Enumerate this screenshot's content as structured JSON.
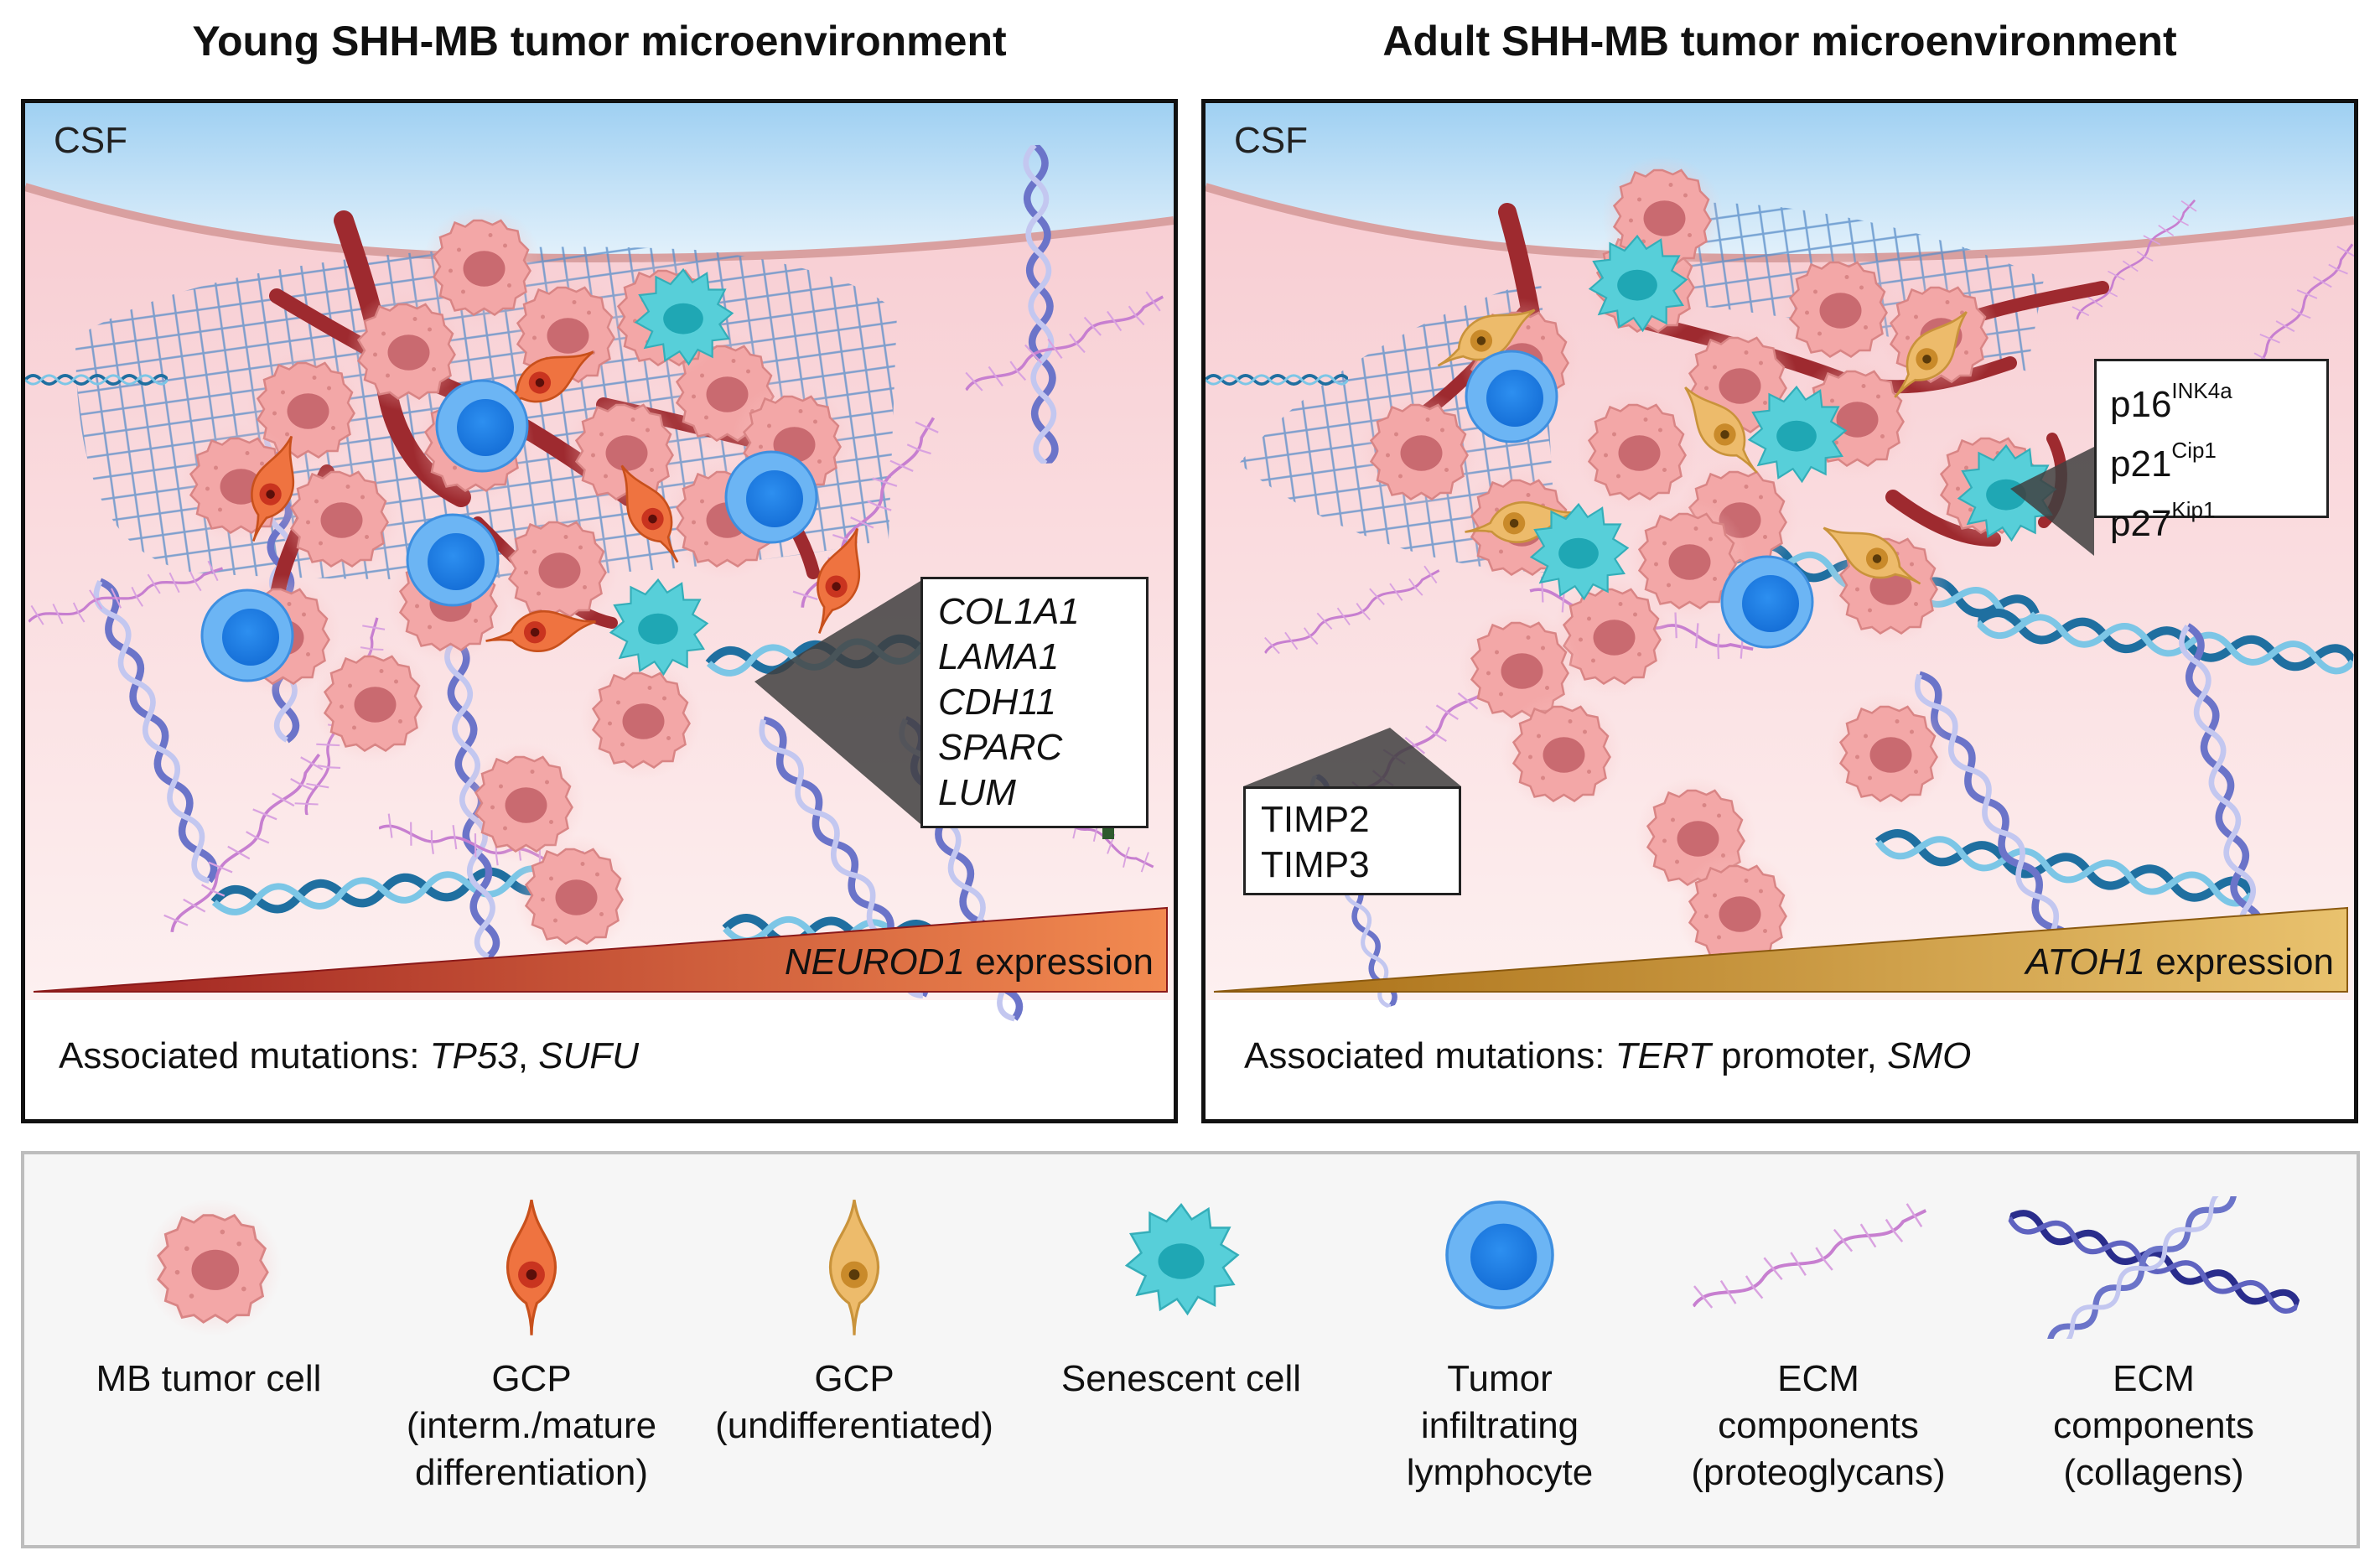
{
  "panels": {
    "young": {
      "title": "Young SHH-MB tumor microenvironment",
      "csf": "CSF",
      "genes": [
        "COL1A1",
        "LAMA1",
        "CDH11",
        "SPARC",
        "LUM"
      ],
      "gradient_gene": "NEUROD1",
      "gradient_suffix": " expression",
      "mutations_prefix": "Associated mutations: ",
      "mutation_1": "TP53",
      "mutation_sep": ", ",
      "mutation_2": "SUFU",
      "colors": {
        "gradient_start": "#9c1f1f",
        "gradient_end": "#f28a50",
        "arrow": "#2e5a2e"
      }
    },
    "adult": {
      "title": "Adult SHH-MB tumor microenvironment",
      "csf": "CSF",
      "cdki": [
        {
          "base": "p16",
          "sup": "INK4a"
        },
        {
          "base": "p21",
          "sup": "Cip1"
        },
        {
          "base": "p27",
          "sup": "Kip1"
        }
      ],
      "timp": [
        "TIMP2",
        "TIMP3"
      ],
      "gradient_gene": "ATOH1",
      "gradient_suffix": " expression",
      "mutations_prefix": "Associated mutations: ",
      "mutation_1": "TERT",
      "mutation_1_suffix": " promoter",
      "mutation_sep": ", ",
      "mutation_2": "SMO",
      "colors": {
        "gradient_start": "#a86d14",
        "gradient_end": "#e9c26e",
        "arrow_up": "#2e5a2e",
        "arrow_down": "#e02020"
      }
    }
  },
  "legend": {
    "items": [
      {
        "icon": "tumor-cell-icon",
        "label": "MB tumor cell"
      },
      {
        "icon": "gcp-mature-icon",
        "label": "GCP\n(interm./mature\ndifferentiation)"
      },
      {
        "icon": "gcp-undiff-icon",
        "label": "GCP\n(undifferentiated)"
      },
      {
        "icon": "senescent-cell-icon",
        "label": "Senescent cell"
      },
      {
        "icon": "lymphocyte-icon",
        "label": "Tumor\ninfiltrating\nlymphocyte"
      },
      {
        "icon": "proteoglycan-icon",
        "label": "ECM\ncomponents\n(proteoglycans)"
      },
      {
        "icon": "collagen-icon",
        "label": "ECM\ncomponents\n(collagens)"
      }
    ]
  }
}
